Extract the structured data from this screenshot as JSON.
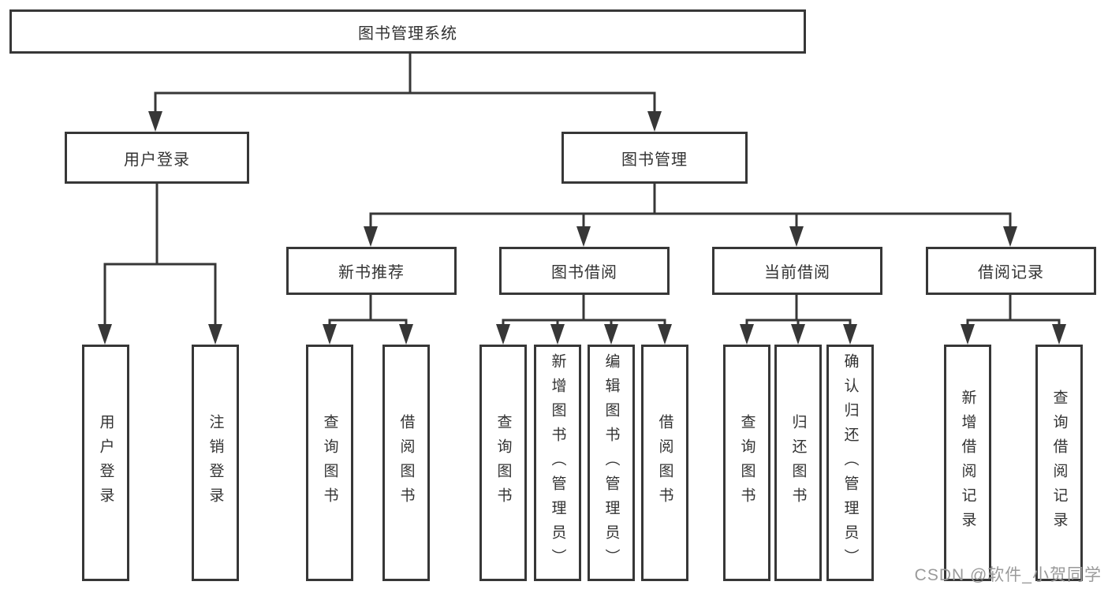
{
  "tree": {
    "root": {
      "label": "图书管理系统",
      "children": [
        {
          "label": "用户登录",
          "children": [
            {
              "label": "用户登录"
            },
            {
              "label": "注销登录"
            }
          ]
        },
        {
          "label": "图书管理",
          "children": [
            {
              "label": "新书推荐",
              "children": [
                {
                  "label": "查询图书"
                },
                {
                  "label": "借阅图书"
                }
              ]
            },
            {
              "label": "图书借阅",
              "children": [
                {
                  "label": "查询图书"
                },
                {
                  "label": "新增图书（管理员）"
                },
                {
                  "label": "编辑图书（管理员）"
                },
                {
                  "label": "借阅图书"
                }
              ]
            },
            {
              "label": "当前借阅",
              "children": [
                {
                  "label": "查询图书"
                },
                {
                  "label": "归还图书"
                },
                {
                  "label": "确认归还（管理员）"
                }
              ]
            },
            {
              "label": "借阅记录",
              "children": [
                {
                  "label": "新增借阅记录"
                },
                {
                  "label": "查询借阅记录"
                }
              ]
            }
          ]
        }
      ]
    }
  },
  "watermark": "CSDN @软件_小贺同学",
  "colors": {
    "line": "#373737",
    "text": "#333333",
    "watermark_gray": "#9a9a9a",
    "background": "#ffffff"
  }
}
